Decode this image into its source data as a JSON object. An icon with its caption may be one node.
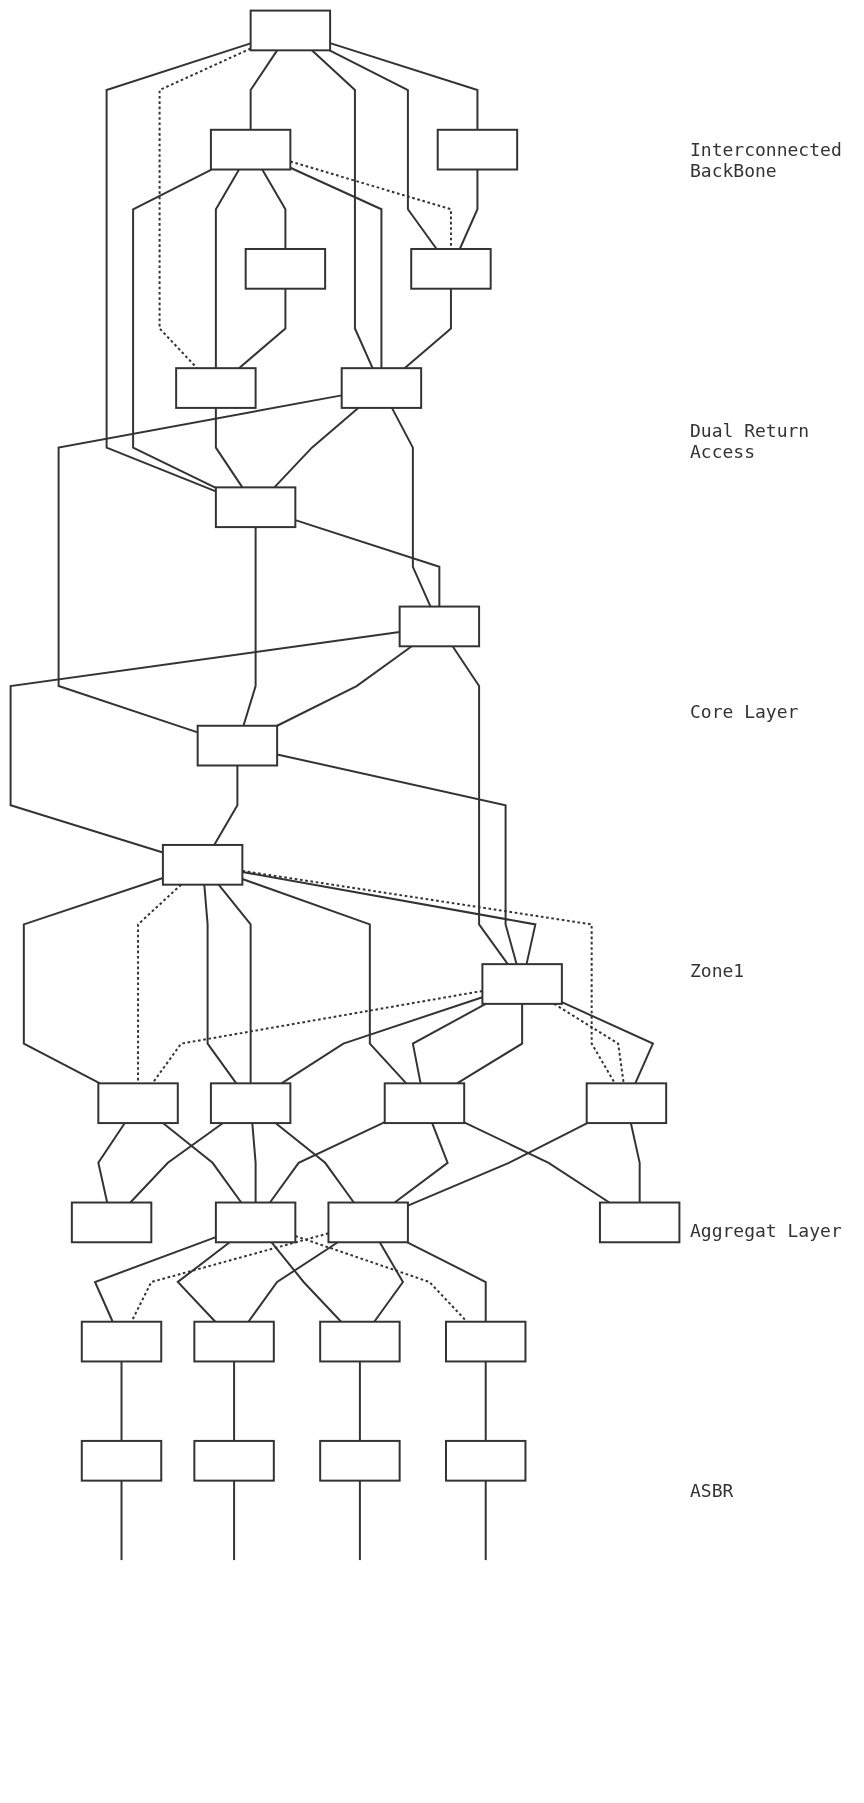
{
  "diagram": {
    "nodes": [
      {
        "text": [],
        "shape": "box"
      },
      {
        "text": [],
        "shape": "box"
      },
      {
        "text": [],
        "shape": "box"
      },
      {
        "text": [],
        "shape": "box"
      },
      {
        "text": [],
        "shape": "box"
      },
      {
        "text": [],
        "shape": "box"
      },
      {
        "text": [],
        "shape": "box"
      },
      {
        "text": [],
        "shape": "box"
      },
      {
        "text": [],
        "shape": "box"
      },
      {
        "text": [],
        "shape": "box"
      },
      {
        "text": [],
        "shape": "box"
      },
      {
        "text": [],
        "shape": "box"
      },
      {
        "text": [],
        "shape": "box"
      },
      {
        "text": [],
        "shape": "box"
      },
      {
        "text": [],
        "shape": "box"
      },
      {
        "text": [],
        "shape": "box"
      },
      {
        "text": [],
        "shape": "box"
      },
      {
        "text": [],
        "shape": "box"
      },
      {
        "text": [],
        "shape": "box"
      },
      {
        "text": [],
        "shape": "box"
      },
      {
        "text": [],
        "shape": "box"
      },
      {
        "text": [],
        "shape": "box"
      },
      {
        "text": [],
        "shape": "box"
      },
      {
        "text": [],
        "shape": "box"
      },
      {
        "text": [],
        "shape": "box"
      },
      {
        "text": [],
        "shape": "box"
      },
      {
        "text": [],
        "shape": "box"
      },
      {
        "text": [],
        "shape": "box"
      }
    ],
    "edges": [
      {
        "from": 0,
        "to": 1,
        "arrow": "none"
      },
      {
        "from": 0,
        "to": 2,
        "arrow": "none"
      },
      {
        "from": 0,
        "to": 4,
        "arrow": "none"
      },
      {
        "from": 0,
        "to": 6,
        "arrow": "none"
      },
      {
        "from": 0,
        "to": 7,
        "arrow": "none"
      },
      {
        "from": 0,
        "to": 5,
        "arrow": "none",
        "style": "dashed"
      },
      {
        "from": 1,
        "to": 3,
        "arrow": "none"
      },
      {
        "from": 1,
        "to": 4,
        "arrow": "none",
        "style": "dashed"
      },
      {
        "from": 1,
        "to": 6,
        "arrow": "none"
      },
      {
        "from": 1,
        "to": 7,
        "arrow": "none"
      },
      {
        "from": 1,
        "to": 5,
        "arrow": "none"
      },
      {
        "from": 2,
        "to": 4,
        "arrow": "none"
      },
      {
        "from": 3,
        "to": 5,
        "arrow": "none"
      },
      {
        "from": 4,
        "to": 6,
        "arrow": "none"
      },
      {
        "from": 5,
        "to": 7,
        "arrow": "none"
      },
      {
        "from": 6,
        "to": 7,
        "arrow": "none"
      },
      {
        "from": 6,
        "to": 8,
        "arrow": "none"
      },
      {
        "from": 6,
        "to": 9,
        "arrow": "none"
      },
      {
        "from": 7,
        "to": 8,
        "arrow": "none"
      },
      {
        "from": 7,
        "to": 9,
        "arrow": "none"
      },
      {
        "from": 8,
        "to": 9,
        "arrow": "none"
      },
      {
        "from": 8,
        "to": 10,
        "arrow": "none"
      },
      {
        "from": 8,
        "to": 11,
        "arrow": "none"
      },
      {
        "from": 9,
        "to": 10,
        "arrow": "none"
      },
      {
        "from": 9,
        "to": 11,
        "arrow": "none"
      },
      {
        "from": 10,
        "to": 11,
        "arrow": "none"
      },
      {
        "from": 10,
        "to": 12,
        "arrow": "none"
      },
      {
        "from": 10,
        "to": 13,
        "arrow": "none"
      },
      {
        "from": 10,
        "to": 12,
        "arrow": "none",
        "style": "dashed"
      },
      {
        "from": 10,
        "to": 14,
        "arrow": "none"
      },
      {
        "from": 10,
        "to": 15,
        "arrow": "none",
        "style": "dashed"
      },
      {
        "from": 10,
        "to": 13,
        "arrow": "none"
      },
      {
        "from": 11,
        "to": 12,
        "arrow": "none",
        "style": "dashed"
      },
      {
        "from": 11,
        "to": 14,
        "arrow": "none"
      },
      {
        "from": 11,
        "to": 15,
        "arrow": "none",
        "style": "dashed"
      },
      {
        "from": 11,
        "to": 13,
        "arrow": "none"
      },
      {
        "from": 11,
        "to": 14,
        "arrow": "none"
      },
      {
        "from": 11,
        "to": 15,
        "arrow": "none"
      },
      {
        "from": 12,
        "to": 16,
        "arrow": "none"
      },
      {
        "from": 12,
        "to": 17,
        "arrow": "none"
      },
      {
        "from": 13,
        "to": 16,
        "arrow": "none"
      },
      {
        "from": 13,
        "to": 17,
        "arrow": "none"
      },
      {
        "from": 13,
        "to": 18,
        "arrow": "none"
      },
      {
        "from": 14,
        "to": 17,
        "arrow": "none"
      },
      {
        "from": 14,
        "to": 18,
        "arrow": "none"
      },
      {
        "from": 14,
        "to": 19,
        "arrow": "none"
      },
      {
        "from": 15,
        "to": 18,
        "arrow": "none"
      },
      {
        "from": 15,
        "to": 19,
        "arrow": "none"
      },
      {
        "from": 17,
        "to": 20,
        "arrow": "none"
      },
      {
        "from": 17,
        "to": 21,
        "arrow": "none"
      },
      {
        "from": 17,
        "to": 22,
        "arrow": "none"
      },
      {
        "from": 17,
        "to": 23,
        "arrow": "none",
        "style": "dashed"
      },
      {
        "from": 18,
        "to": 20,
        "arrow": "none",
        "style": "dashed"
      },
      {
        "from": 18,
        "to": 21,
        "arrow": "none"
      },
      {
        "from": 18,
        "to": 22,
        "arrow": "none"
      },
      {
        "from": 18,
        "to": 23,
        "arrow": "none"
      },
      {
        "from": 20,
        "to": 24,
        "arrow": "none"
      },
      {
        "from": 21,
        "to": 25,
        "arrow": "none"
      },
      {
        "from": 22,
        "to": 26,
        "arrow": "none"
      },
      {
        "from": 23,
        "to": 27,
        "arrow": "none"
      },
      {
        "from": 24,
        "to": null,
        "arrow": "none"
      },
      {
        "from": 25,
        "to": null,
        "arrow": "none"
      },
      {
        "from": 26,
        "to": null,
        "arrow": "none"
      },
      {
        "from": 27,
        "to": null,
        "arrow": "none"
      }
    ],
    "labels": [
      "Interconnected BackBone",
      "Dual Return Access",
      "Core Layer",
      "Zone1",
      "Aggregat Layer",
      "ASBR"
    ]
  }
}
